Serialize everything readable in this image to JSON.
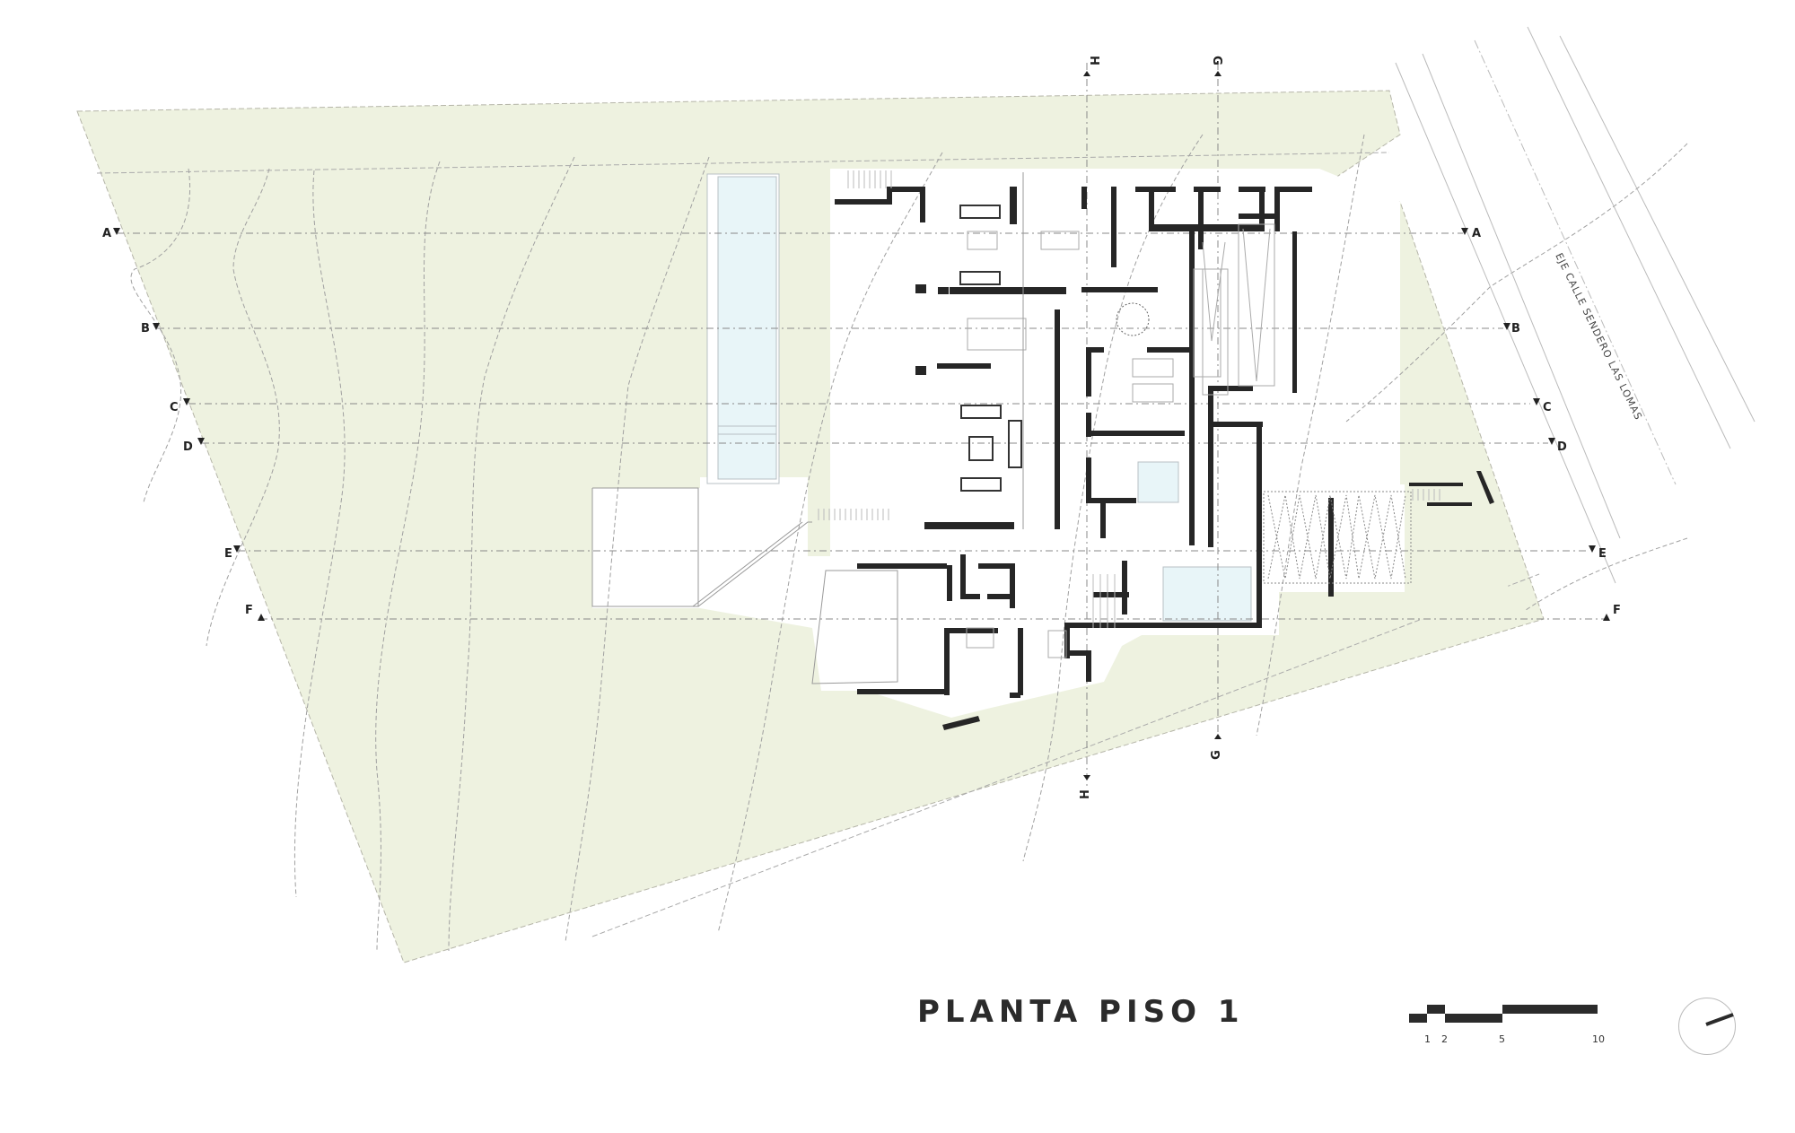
{
  "drawing": {
    "title": "PLANTA PISO 1",
    "street_label": "EJE  CALLE  SENDERO  LAS  LOMAS",
    "section_markers": {
      "left": [
        "A",
        "B",
        "C",
        "D",
        "E",
        "F"
      ],
      "right": [
        "A",
        "B",
        "C",
        "D",
        "E",
        "F"
      ],
      "top": [
        "H",
        "G"
      ],
      "bottom": [
        "H",
        "G"
      ]
    },
    "scale_bar": {
      "ticks": [
        "1",
        "2",
        "5",
        "10"
      ]
    },
    "north_arrow": "north-arrow-icon",
    "colors": {
      "site_fill": "#eef2e0",
      "pool_fill": "#e8f5f8",
      "wall": "#262626",
      "dashed_line": "#9a9a9a",
      "text": "#2b2b2b"
    }
  }
}
